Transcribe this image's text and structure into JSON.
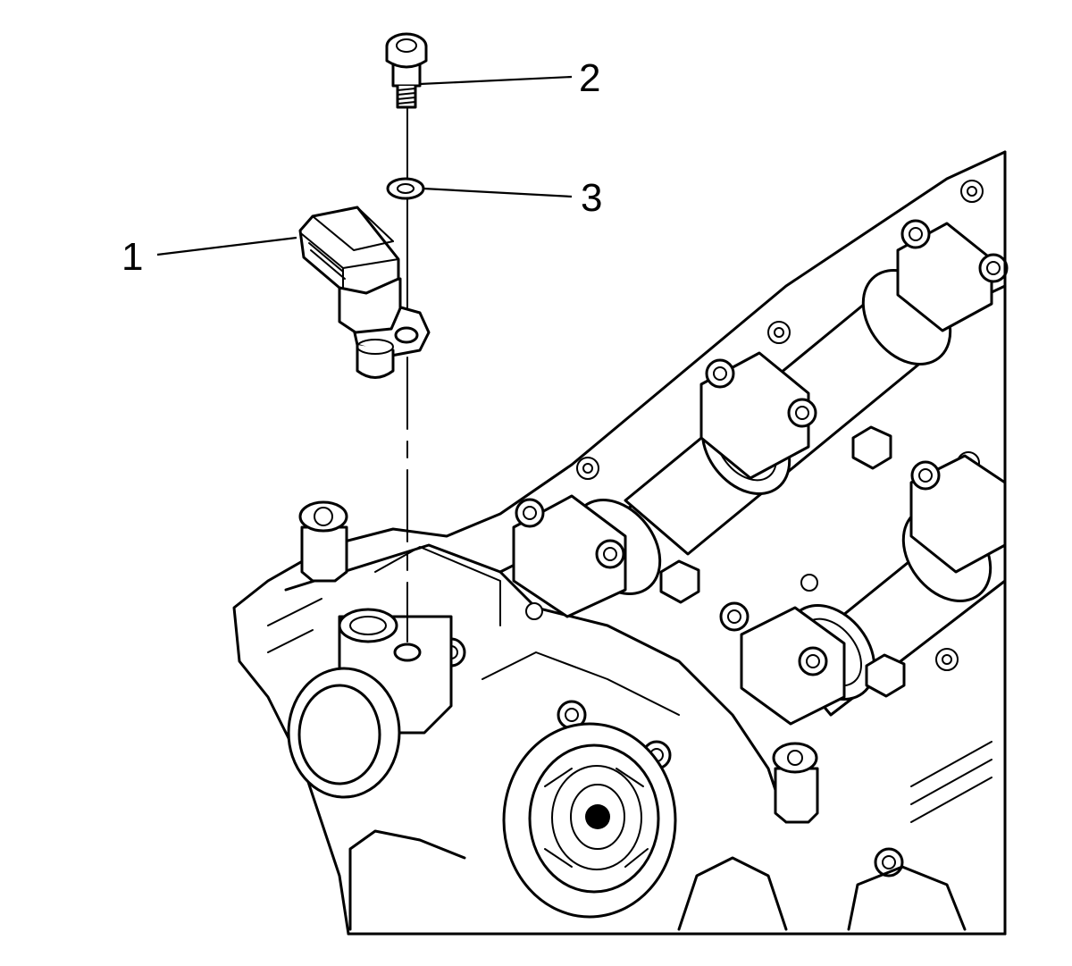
{
  "diagram": {
    "callouts": [
      {
        "number": "1",
        "part": "sensor"
      },
      {
        "number": "2",
        "part": "bolt"
      },
      {
        "number": "3",
        "part": "washer"
      }
    ]
  }
}
